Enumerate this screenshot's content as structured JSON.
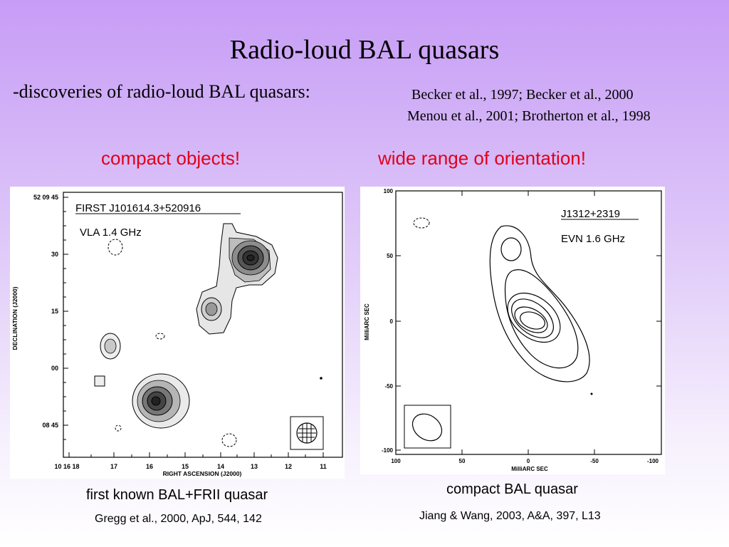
{
  "slide": {
    "title": "Radio-loud BAL quasars",
    "subtitle": "-discoveries of radio-loud BAL quasars:",
    "refs_line1": "Becker et al., 1997; Becker et al., 2000",
    "refs_line2": "Menou et al., 2001; Brotherton et al., 1998",
    "highlight_left": "compact objects!",
    "highlight_right": "wide range of orientation!",
    "colors": {
      "highlight": "#e1001a",
      "background_top": "#c79cf6",
      "background_bottom": "#ffffff"
    }
  },
  "left_figure": {
    "source_label": "FIRST J101614.3+520916",
    "instrument": "VLA 1.4 GHz",
    "y_axis_label": "DECLINATION (J2000)",
    "x_axis_label": "RIGHT ASCENSION (J2000)",
    "y_ticks": [
      "52 09 45",
      "30",
      "15",
      "00",
      "08 45"
    ],
    "x_ticks": [
      "10 16 18",
      "17",
      "16",
      "15",
      "14",
      "13",
      "12",
      "11"
    ],
    "caption": "first known BAL+FRII quasar",
    "reference": "Gregg et al., 2000, ApJ, 544, 142"
  },
  "right_figure": {
    "source_label": "J1312+2319",
    "instrument": "EVN 1.6 GHz",
    "y_axis_label": "MilliARC SEC",
    "x_axis_label": "MilliARC SEC",
    "y_ticks": [
      "100",
      "50",
      "0",
      "-50",
      "-100"
    ],
    "x_ticks": [
      "100",
      "50",
      "0",
      "-50",
      "-100"
    ],
    "caption": "compact BAL quasar",
    "reference": "Jiang & Wang, 2003, A&A, 397, L13"
  }
}
